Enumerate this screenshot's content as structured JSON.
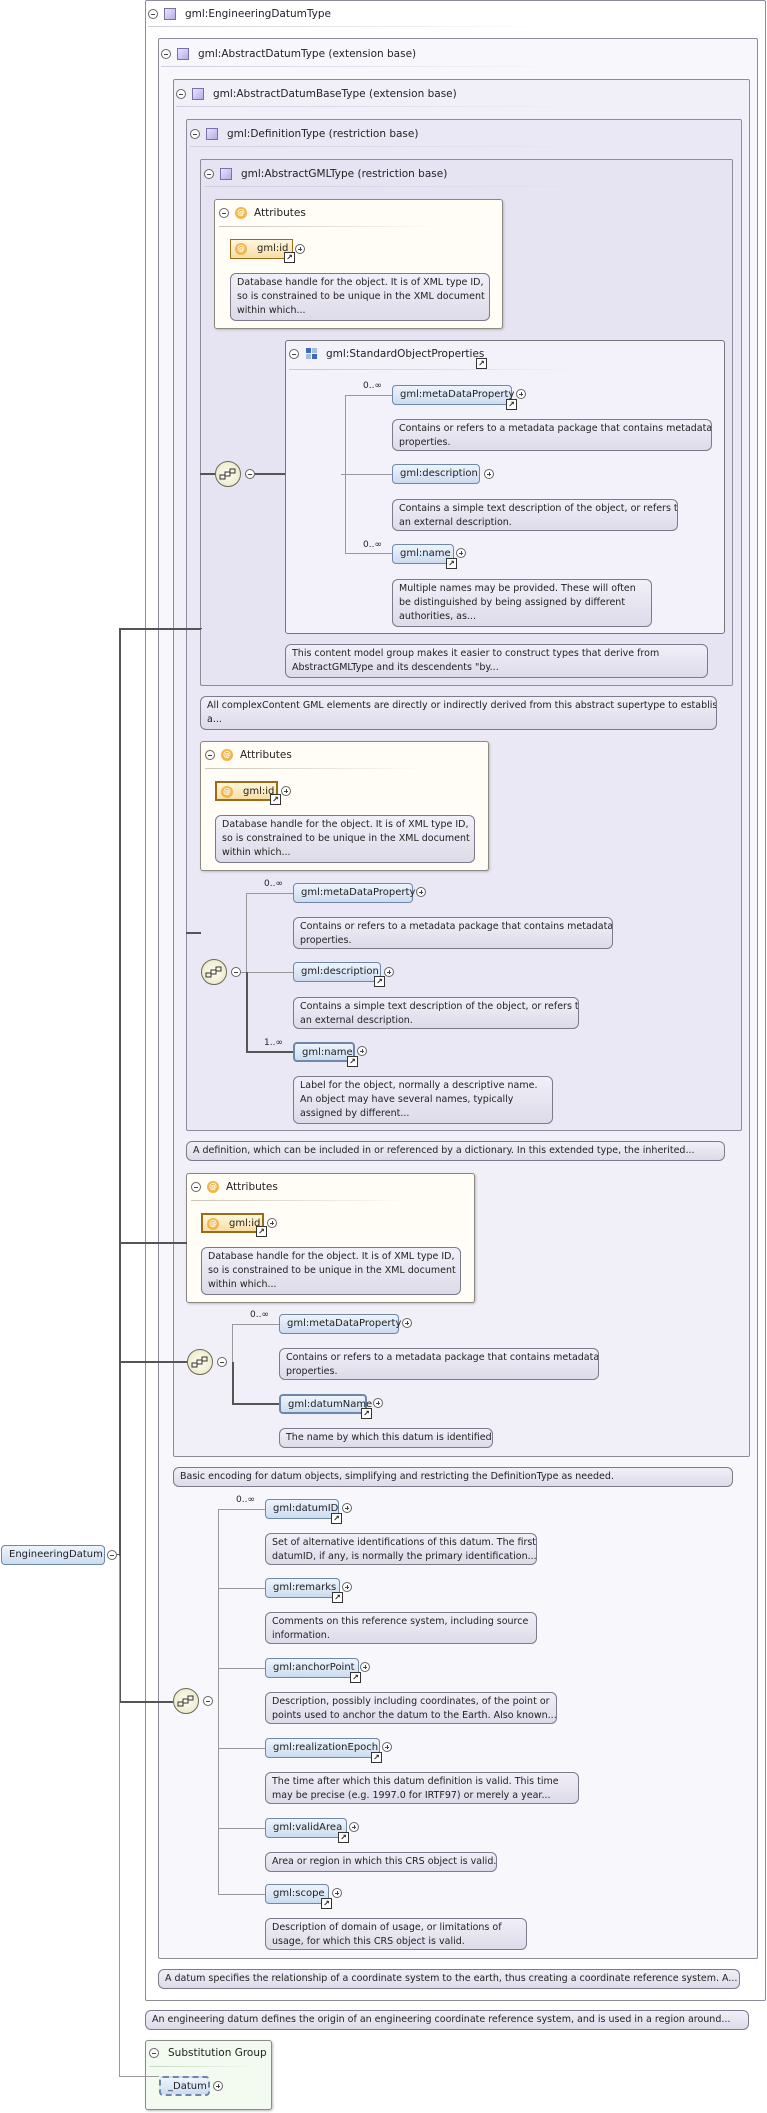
{
  "root": {
    "name": "EngineeringDatum"
  },
  "types": {
    "engineering_datum_type": "gml:EngineeringDatumType",
    "abstract_datum_type": "gml:AbstractDatumType (extension base)",
    "abstract_datum_base_type": "gml:AbstractDatumBaseType (extension base)",
    "definition_type": "gml:DefinitionType (restriction base)",
    "abstract_gml_type": "gml:AbstractGMLType (restriction base)"
  },
  "attributes_label": "Attributes",
  "attr_id": "gml:id",
  "attr_id_desc": [
    "Database handle for the object. It is of XML type ID,",
    "so is constrained to be unique in the XML document",
    "within which..."
  ],
  "standard_object_properties": {
    "label": "gml:StandardObjectProperties",
    "description": [
      "This content model group makes it easier to construct types that derive from",
      "AbstractGMLType and its descendents \"by..."
    ]
  },
  "gml_type_note": [
    "All complexContent GML elements are directly or indirectly derived from this abstract supertype to establish",
    "a..."
  ],
  "definition_note": "A definition, which can be included in or referenced by a dictionary. In this extended type, the inherited...",
  "base_note": "Basic encoding for datum objects, simplifying and restricting the DefinitionType as needed.",
  "datum_note": "A datum specifies the relationship of a coordinate system to the earth, thus creating a coordinate reference system. A...",
  "engineering_note": "An engineering datum defines the origin of an engineering coordinate reference system, and is used in a region around...",
  "multiplicity": {
    "zero_many": "0..∞",
    "one_many": "1..∞"
  },
  "elements": {
    "metadata_property": "gml:metaDataProperty",
    "metadata_desc": [
      "Contains or refers to a metadata package that contains metadata",
      "properties."
    ],
    "description": "gml:description",
    "description_desc": [
      "Contains a simple text description of the object, or refers to",
      "an external description."
    ],
    "name": "gml:name",
    "name_desc_sop": [
      "Multiple names may be provided. These will often",
      "be distinguished by being assigned by different",
      "authorities, as..."
    ],
    "name_desc_def": [
      "Label for the object, normally a descriptive name.",
      "An object may have several names, typically",
      "assigned by different..."
    ],
    "datum_name": "gml:datumName",
    "datum_name_desc": "The name by which this datum is identified.",
    "datum_id": "gml:datumID",
    "datum_id_desc": [
      "Set of alternative identifications of this datum. The first",
      "datumID, if any, is normally the primary identification..."
    ],
    "remarks": "gml:remarks",
    "remarks_desc": [
      "Comments on this reference system, including source",
      "information."
    ],
    "anchor_point": "gml:anchorPoint",
    "anchor_point_desc": [
      "Description, possibly including coordinates, of the point or",
      "points used to anchor the datum to the Earth. Also known..."
    ],
    "realization_epoch": "gml:realizationEpoch",
    "realization_epoch_desc": [
      "The time after which this datum definition is valid. This time",
      "may be precise (e.g. 1997.0 for IRTF97) or merely a year..."
    ],
    "valid_area": "gml:validArea",
    "valid_area_desc": "Area or region in which this CRS object is valid.",
    "scope": "gml:scope",
    "scope_desc": [
      "Description of domain of usage, or limitations of",
      "usage, for which this CRS object is valid."
    ]
  },
  "substitution": {
    "label": "Substitution Group",
    "member": "_Datum"
  },
  "icons": {
    "expand": "plus-icon",
    "collapse": "minus-icon",
    "link": "link-arrow-icon",
    "attribute": "at-icon",
    "type": "complex-type-icon",
    "group": "group-icon",
    "sequence": "sequence-icon"
  }
}
